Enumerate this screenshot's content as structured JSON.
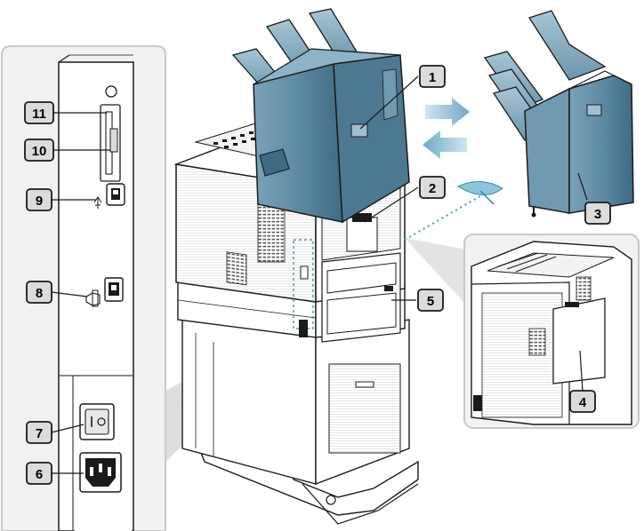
{
  "callouts": {
    "c1": "1",
    "c2": "2",
    "c3": "3",
    "c4": "4",
    "c5": "5",
    "c6": "6",
    "c7": "7",
    "c8": "8",
    "c9": "9",
    "c10": "10",
    "c11": "11"
  },
  "colors": {
    "finisher_body": "#5f8aa3",
    "finisher_dark": "#3f6a84",
    "finisher_light": "#8fb3c6",
    "printer_body": "#ffffff",
    "outline": "#1a1a1a",
    "callout_fill": "#dcdcdc",
    "arrow": "#7fb6d2",
    "zoom_panel": "#f2f2f2"
  },
  "icons": {
    "usb": "usb-icon",
    "network": "network-icon",
    "power_switch": "power-switch-icon",
    "power_socket": "power-socket-icon"
  }
}
